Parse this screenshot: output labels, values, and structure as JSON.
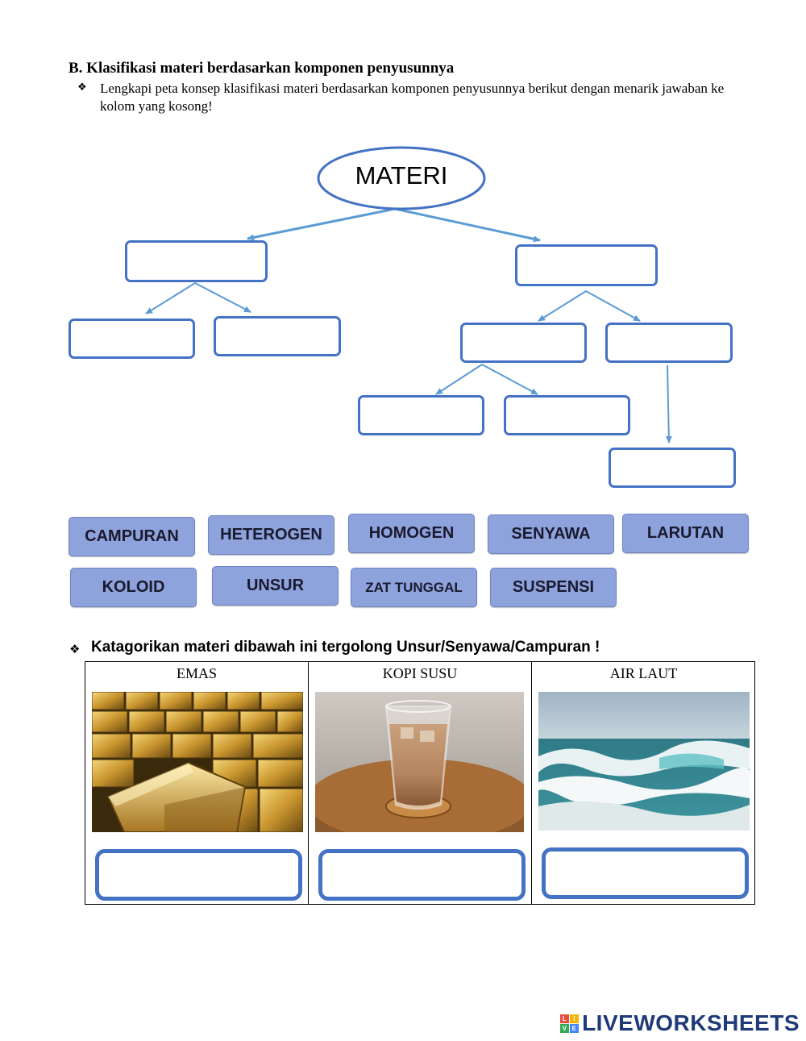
{
  "section": {
    "heading": "B.  Klasifikasi materi berdasarkan komponen penyusunnya",
    "bullet_symbol": "❖",
    "instruction": "Lengkapi peta konsep klasifikasi materi berdasarkan komponen penyusunnya berikut dengan menarik jawaban ke kolom yang kosong!"
  },
  "concept_map": {
    "root_label": "MATERI"
  },
  "answer_chips": [
    "CAMPURAN",
    "HETEROGEN",
    "HOMOGEN",
    "SENYAWA",
    "LARUTAN",
    "KOLOID",
    "UNSUR",
    "ZAT TUNGGAL",
    "SUSPENSI"
  ],
  "categorize": {
    "bullet_symbol": "❖",
    "question": "Katagorikan materi dibawah ini tergolong Unsur/Senyawa/Campuran !",
    "items": [
      {
        "label": "EMAS",
        "image": "gold-bars"
      },
      {
        "label": "KOPI SUSU",
        "image": "iced-coffee-milk"
      },
      {
        "label": "AIR LAUT",
        "image": "sea-waves"
      }
    ]
  },
  "footer": {
    "logo_text": "LIVEWORKSHEETS",
    "logo_mark_letters": [
      "L",
      "I",
      "V",
      "E"
    ],
    "colors": {
      "brand": "#1f3a78",
      "box_border": "#4472c4",
      "chip_fill": "#8ea2dc",
      "arrow": "#5b9bd5"
    }
  }
}
